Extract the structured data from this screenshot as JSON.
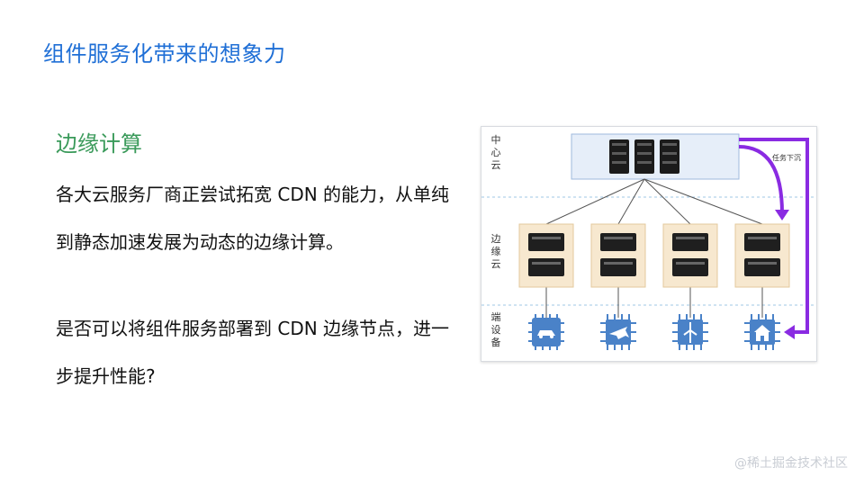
{
  "slide": {
    "title": "组件服务化带来的想象力",
    "subtitle": "边缘计算",
    "paragraph1": "各大云服务厂商正尝试拓宽 CDN 的能力，从单纯到静态加速发展为动态的边缘计算。",
    "paragraph2": "是否可以将组件服务部署到 CDN 边缘节点，进一步提升性能?"
  },
  "diagram": {
    "row_labels": [
      "中心云",
      "边缘云",
      "端设备"
    ],
    "task_label": "任务下沉",
    "devices": [
      "car-icon",
      "airplane-icon",
      "wind-turbine-icon",
      "home-icon"
    ],
    "colors": {
      "center_box": "#e6eef9",
      "edge_box": "#f7e8cf",
      "device_chip": "#4a82c8",
      "arrow": "#8a2be2"
    }
  },
  "watermark": "@稀土掘金技术社区"
}
